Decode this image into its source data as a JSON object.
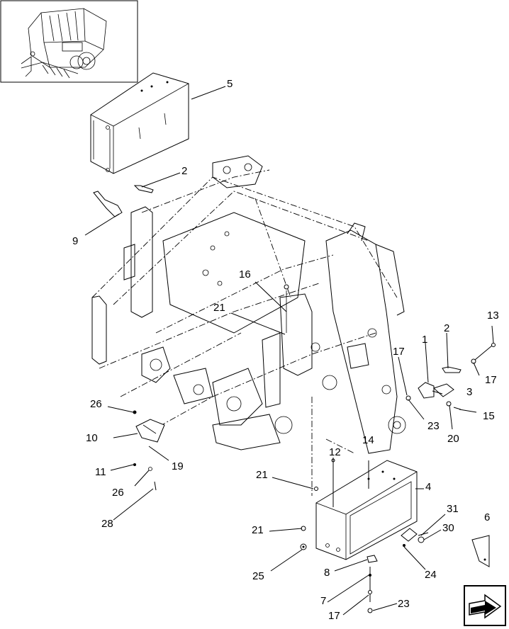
{
  "diagram": {
    "callouts": [
      {
        "id": "c5",
        "label": "5"
      },
      {
        "id": "c2a",
        "label": "2"
      },
      {
        "id": "c9",
        "label": "9"
      },
      {
        "id": "c16",
        "label": "16"
      },
      {
        "id": "c21a",
        "label": "21"
      },
      {
        "id": "c13",
        "label": "13"
      },
      {
        "id": "c1",
        "label": "1"
      },
      {
        "id": "c2b",
        "label": "2"
      },
      {
        "id": "c17a",
        "label": "17"
      },
      {
        "id": "c17b",
        "label": "17"
      },
      {
        "id": "c3",
        "label": "3"
      },
      {
        "id": "c15",
        "label": "15"
      },
      {
        "id": "c23a",
        "label": "23"
      },
      {
        "id": "c20",
        "label": "20"
      },
      {
        "id": "c26a",
        "label": "26"
      },
      {
        "id": "c10",
        "label": "10"
      },
      {
        "id": "c19",
        "label": "19"
      },
      {
        "id": "c11",
        "label": "11"
      },
      {
        "id": "c26b",
        "label": "26"
      },
      {
        "id": "c28",
        "label": "28"
      },
      {
        "id": "c12",
        "label": "12"
      },
      {
        "id": "c14",
        "label": "14"
      },
      {
        "id": "c21b",
        "label": "21"
      },
      {
        "id": "c4",
        "label": "4"
      },
      {
        "id": "c31",
        "label": "31"
      },
      {
        "id": "c30",
        "label": "30"
      },
      {
        "id": "c6",
        "label": "6"
      },
      {
        "id": "c21c",
        "label": "21"
      },
      {
        "id": "c24",
        "label": "24"
      },
      {
        "id": "c25",
        "label": "25"
      },
      {
        "id": "c8",
        "label": "8"
      },
      {
        "id": "c7",
        "label": "7"
      },
      {
        "id": "c17c",
        "label": "17"
      },
      {
        "id": "c23b",
        "label": "23"
      }
    ]
  }
}
